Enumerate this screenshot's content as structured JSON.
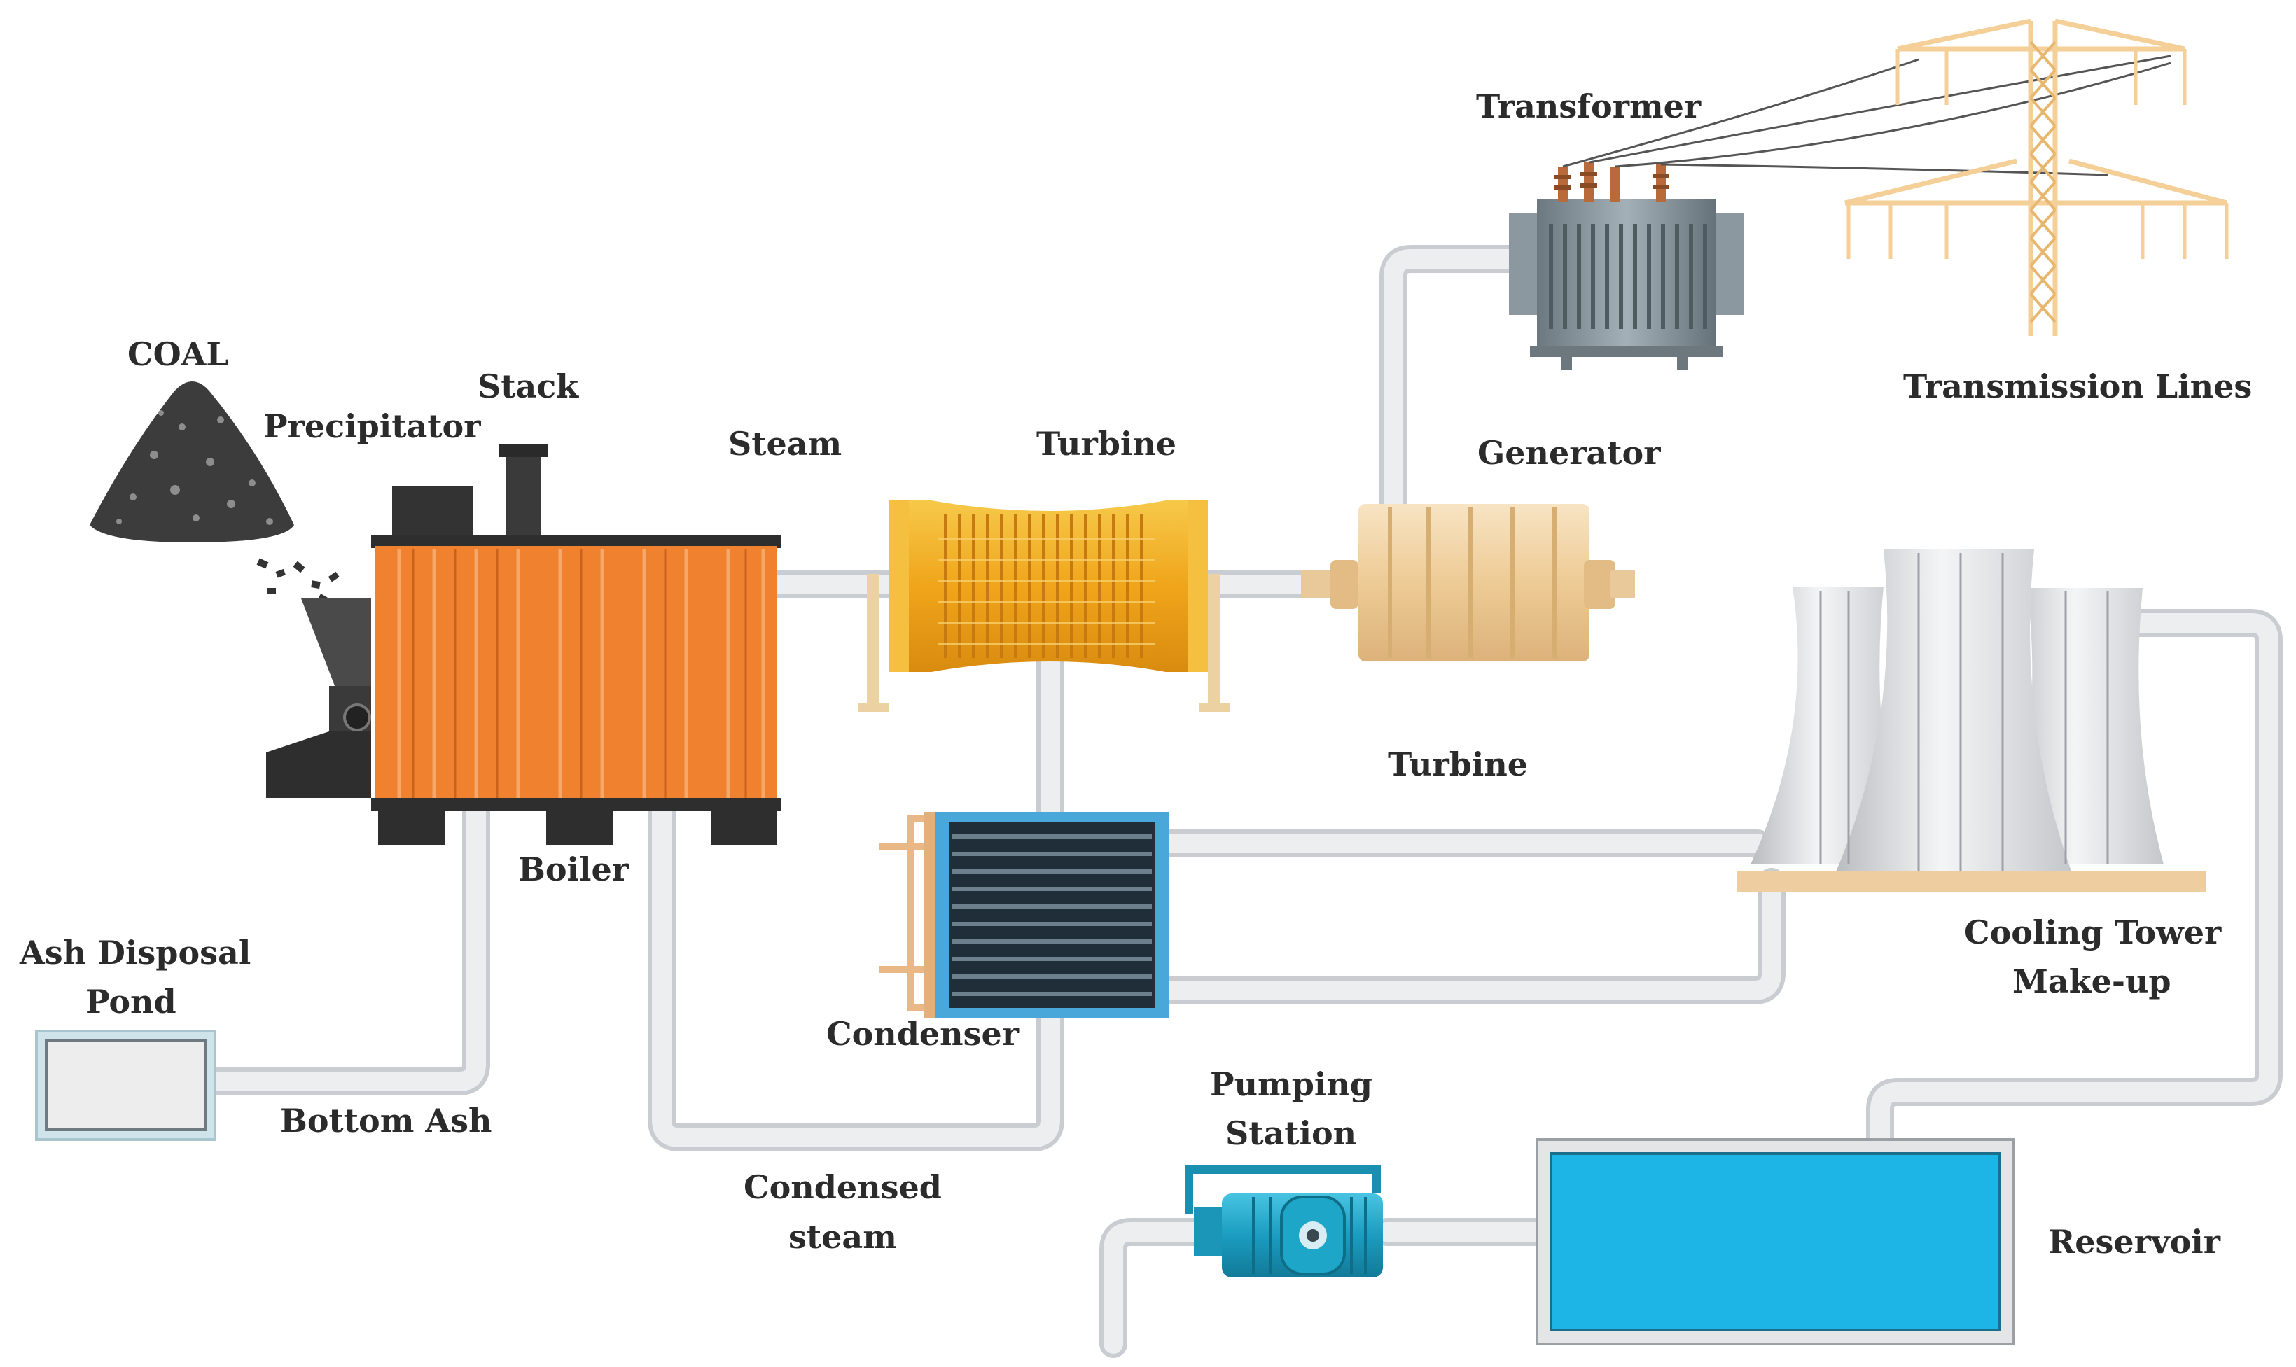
{
  "labels": {
    "coal": "COAL",
    "precipitator": "Precipitator",
    "stack": "Stack",
    "steam": "Steam",
    "turbine_top": "Turbine",
    "transformer": "Transformer",
    "transmission_lines": "Transmission Lines",
    "generator": "Generator",
    "turbine_mid": "Turbine",
    "boiler": "Boiler",
    "ash_disposal_pond_line1": "Ash Disposal",
    "ash_disposal_pond_line2": "Pond",
    "bottom_ash": "Bottom Ash",
    "condenser": "Condenser",
    "condensed_steam_line1": "Condensed",
    "condensed_steam_line2": "steam",
    "pumping_station_line1": "Pumping",
    "pumping_station_line2": "Station",
    "cooling_tower_line1": "Cooling Tower",
    "cooling_tower_line2": "Make-up",
    "reservoir": "Reservoir"
  },
  "colors": {
    "pipe": "#e7e9ec",
    "pipe_edge": "#c9ccd1",
    "boiler": "#f0812e",
    "boiler_dark": "#2e2e2e",
    "turbine": "#f2b21c",
    "generator": "#f3d9b0",
    "transformer": "#7d8a93",
    "condenser": "#4aa7d9",
    "reservoir": "#1cb5e6",
    "pump": "#1ea6c8",
    "tower": "#d8dbde",
    "coal": "#3c3c3c",
    "pylon": "#f4cf97"
  }
}
